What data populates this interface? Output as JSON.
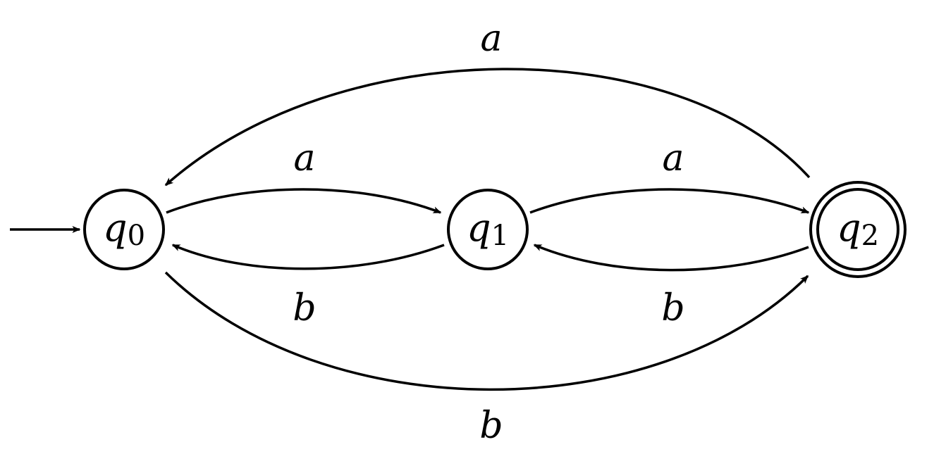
{
  "states": [
    {
      "id": "q0",
      "symbol": "q",
      "subscript": "0",
      "initial": true,
      "accepting": false
    },
    {
      "id": "q1",
      "symbol": "q",
      "subscript": "1",
      "initial": false,
      "accepting": false
    },
    {
      "id": "q2",
      "symbol": "q",
      "subscript": "2",
      "initial": false,
      "accepting": true
    }
  ],
  "transitions": [
    {
      "from": "q2",
      "to": "q0",
      "label": "a"
    },
    {
      "from": "q0",
      "to": "q1",
      "label": "a"
    },
    {
      "from": "q1",
      "to": "q2",
      "label": "a"
    },
    {
      "from": "q1",
      "to": "q0",
      "label": "b"
    },
    {
      "from": "q2",
      "to": "q1",
      "label": "b"
    },
    {
      "from": "q0",
      "to": "q2",
      "label": "b"
    }
  ],
  "colors": {
    "stroke": "#000000",
    "background": "#ffffff"
  }
}
